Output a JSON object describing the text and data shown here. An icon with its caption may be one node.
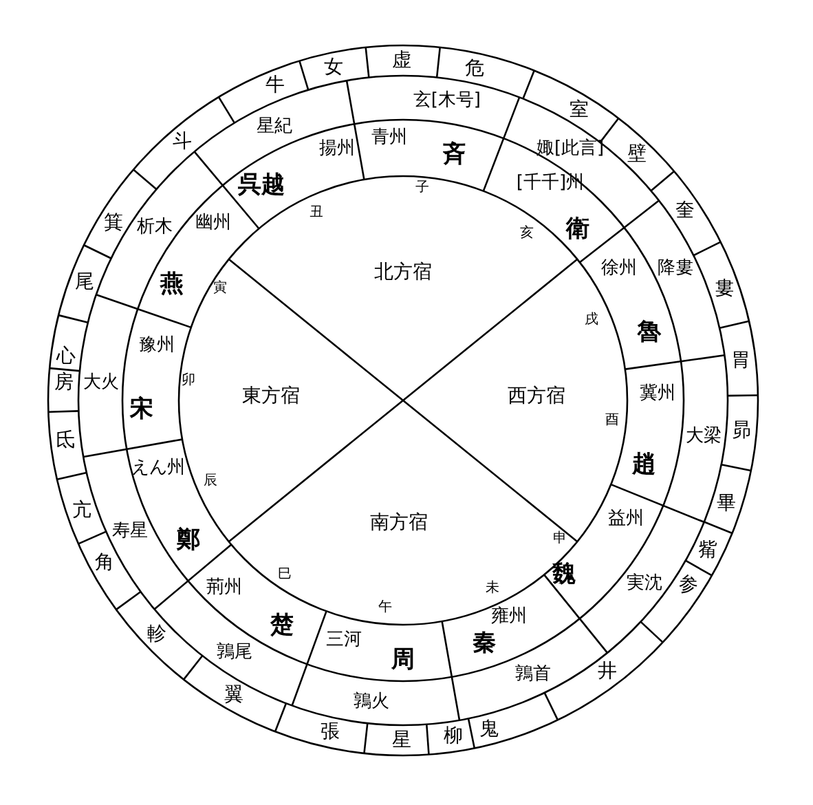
{
  "diagram": {
    "labels": [
      "北方宿",
      "西方宿",
      "南方宿",
      "東方宿",
      "子",
      "亥",
      "戌",
      "酉",
      "申",
      "未",
      "午",
      "巳",
      "辰",
      "卯",
      "寅",
      "丑",
      "斉",
      "衛",
      "魯",
      "趙",
      "魏",
      "秦",
      "周",
      "楚",
      "鄭",
      "宋",
      "燕",
      "呉越",
      "青州",
      "[千千]州",
      "徐州",
      "冀州",
      "益州",
      "雍州",
      "三河",
      "荊州",
      "えん州",
      "豫州",
      "幽州",
      "揚州",
      "玄[木号]",
      "娵[此言]",
      "降婁",
      "大梁",
      "実沈",
      "鶉首",
      "鶉火",
      "鶉尾",
      "寿星",
      "大火",
      "析木",
      "星紀",
      "虚",
      "危",
      "室",
      "壁",
      "奎",
      "婁",
      "胃",
      "昴",
      "畢",
      "觜",
      "参",
      "井",
      "鬼",
      "柳",
      "星",
      "張",
      "翼",
      "軫",
      "角",
      "亢",
      "氐",
      "房",
      "心",
      "尾",
      "箕",
      "斗",
      "牛",
      "女"
    ]
  }
}
